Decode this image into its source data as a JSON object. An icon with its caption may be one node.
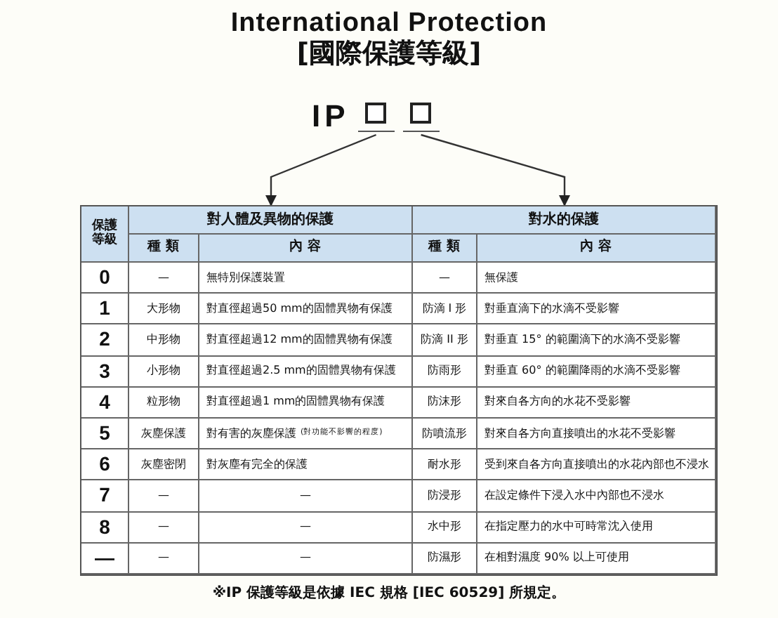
{
  "diagram": {
    "title": "International Protection",
    "nodes": [
      {
        "text": [],
        "shape": "box"
      },
      {
        "text": [],
        "shape": "box"
      },
      {
        "text": [
          "對人體及異物的保護"
        ]
      },
      {
        "text": [
          "對水的保護"
        ]
      }
    ],
    "edges": [
      {
        "from": 0,
        "to": 2,
        "arrow": "to"
      },
      {
        "from": 1,
        "to": 3,
        "arrow": "to"
      }
    ],
    "labels": [
      "[國際保護等級]",
      "IP",
      "保護等級",
      "種 類",
      "內 容",
      "種 類",
      "內 容",
      "0",
      "—",
      "無特別保護裝置",
      "—",
      "無保護",
      "1",
      "大形物",
      "對直徑超過50 mm的固體異物有保護",
      "防滴 I 形",
      "對垂直滴下的水滴不受影響",
      "2",
      "中形物",
      "對直徑超過12 mm的固體異物有保護",
      "防滴 II 形",
      "對垂直 15° 的範圍滴下的水滴不受影響",
      "3",
      "小形物",
      "對直徑超過2.5 mm的固體異物有保護",
      "防雨形",
      "對垂直 60° 的範圍降雨的水滴不受影響",
      "4",
      "粒形物",
      "對直徑超過1 mm的固體異物有保護",
      "防沫形",
      "對來自各方向的水花不受影響",
      "5",
      "灰塵保護",
      "對有害的灰塵保護",
      "(對功能不影響的程度)",
      "防噴流形",
      "對來自各方向直接噴出的水花不受影響",
      "6",
      "灰塵密閉",
      "對灰塵有完全的保護",
      "耐水形",
      "受到來自各方向直接噴出的水花內部也不浸水",
      "7",
      "—",
      "—",
      "防浸形",
      "在設定條件下浸入水中內部也不浸水",
      "8",
      "—",
      "—",
      "水中形",
      "在指定壓力的水中可時常沈入使用",
      "—",
      "—",
      "—",
      "防濕形",
      "在相對濕度 90% 以上可使用",
      "※IP 保護等級是依據 IEC 規格 [IEC 60529] 所規定。"
    ]
  }
}
